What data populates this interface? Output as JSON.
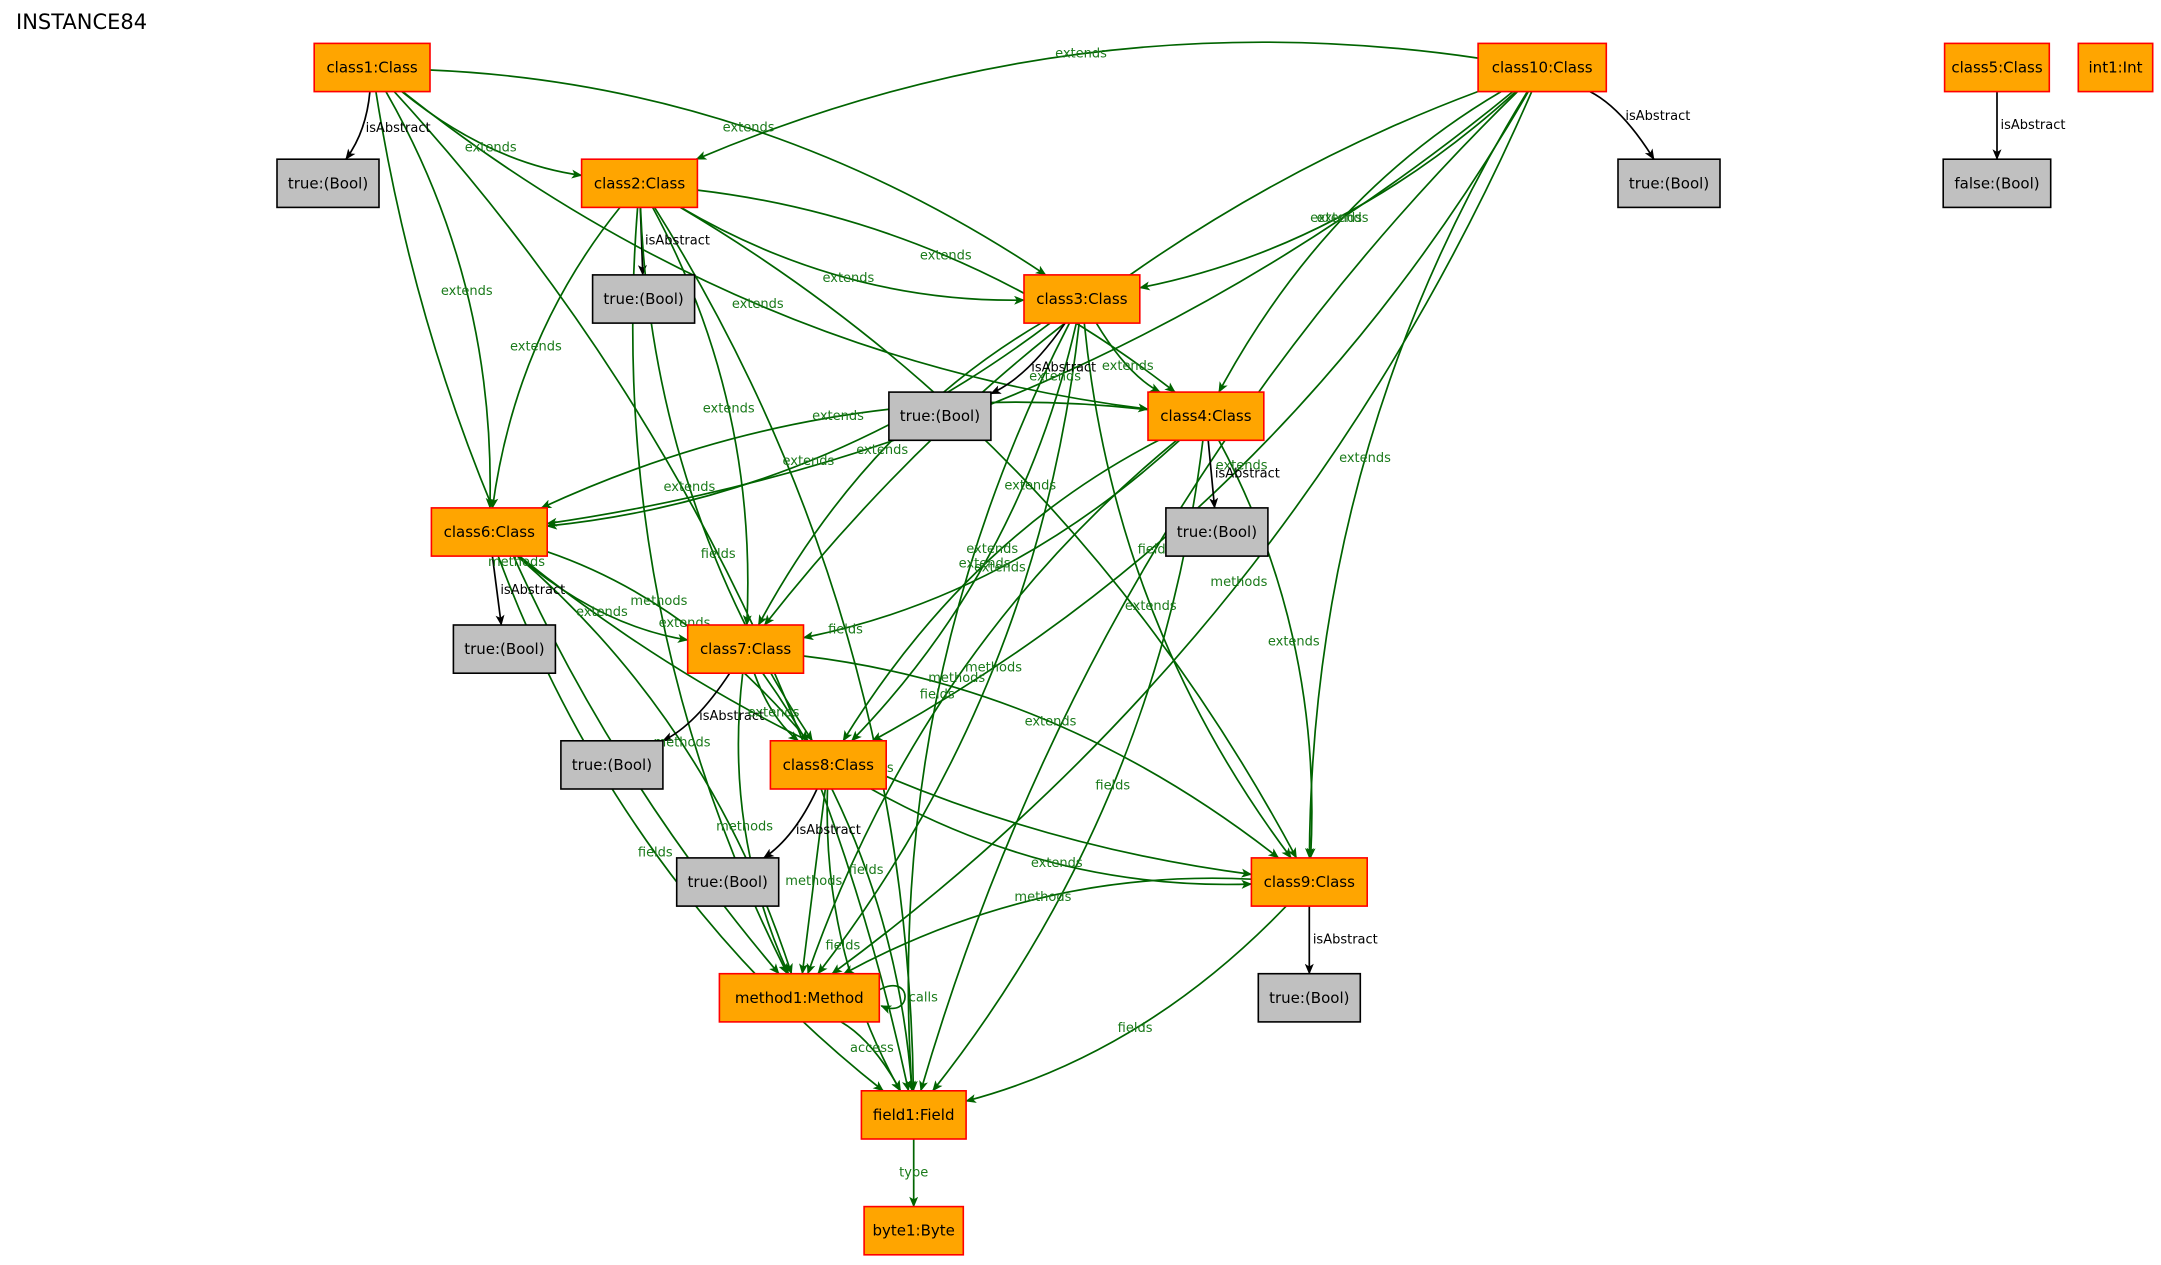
{
  "title": "INSTANCE84",
  "colors": {
    "object_fill": "#ffa500",
    "object_border": "#ff0000",
    "value_fill": "#c0c0c0",
    "value_border": "#000000",
    "edge_green": "#006400",
    "edge_black": "#000000"
  },
  "nodes": [
    {
      "id": "class1",
      "label": "class1:Class",
      "kind": "obj"
    },
    {
      "id": "class10",
      "label": "class10:Class",
      "kind": "obj"
    },
    {
      "id": "class5",
      "label": "class5:Class",
      "kind": "obj"
    },
    {
      "id": "int1",
      "label": "int1:Int",
      "kind": "obj"
    },
    {
      "id": "b_c1",
      "label": "true:(Bool)",
      "kind": "val"
    },
    {
      "id": "class2",
      "label": "class2:Class",
      "kind": "obj"
    },
    {
      "id": "b_c10",
      "label": "true:(Bool)",
      "kind": "val"
    },
    {
      "id": "b_c5",
      "label": "false:(Bool)",
      "kind": "val"
    },
    {
      "id": "b_c2",
      "label": "true:(Bool)",
      "kind": "val"
    },
    {
      "id": "class3",
      "label": "class3:Class",
      "kind": "obj"
    },
    {
      "id": "b_c3",
      "label": "true:(Bool)",
      "kind": "val"
    },
    {
      "id": "class4",
      "label": "class4:Class",
      "kind": "obj"
    },
    {
      "id": "b_c4",
      "label": "true:(Bool)",
      "kind": "val"
    },
    {
      "id": "class6",
      "label": "class6:Class",
      "kind": "obj"
    },
    {
      "id": "b_c6",
      "label": "true:(Bool)",
      "kind": "val"
    },
    {
      "id": "class7",
      "label": "class7:Class",
      "kind": "obj"
    },
    {
      "id": "b_c7",
      "label": "true:(Bool)",
      "kind": "val"
    },
    {
      "id": "class8",
      "label": "class8:Class",
      "kind": "obj"
    },
    {
      "id": "b_c8",
      "label": "true:(Bool)",
      "kind": "val"
    },
    {
      "id": "class9",
      "label": "class9:Class",
      "kind": "obj"
    },
    {
      "id": "b_c9",
      "label": "true:(Bool)",
      "kind": "val"
    },
    {
      "id": "method1",
      "label": "method1:Method",
      "kind": "obj"
    },
    {
      "id": "field1",
      "label": "field1:Field",
      "kind": "obj"
    },
    {
      "id": "byte1",
      "label": "byte1:Byte",
      "kind": "obj"
    }
  ],
  "edges": [
    {
      "from": "class1",
      "to": "b_c1",
      "label": "isAbstract",
      "color": "black"
    },
    {
      "from": "class1",
      "to": "class2",
      "label": "extends",
      "color": "green"
    },
    {
      "from": "class1",
      "to": "class3",
      "label": "extends",
      "color": "green"
    },
    {
      "from": "class1",
      "to": "class4",
      "label": "extends",
      "color": "green"
    },
    {
      "from": "class1",
      "to": "class6",
      "label": "extends",
      "color": "green"
    },
    {
      "from": "class1",
      "to": "method1",
      "label": "methods",
      "color": "green"
    },
    {
      "from": "class1",
      "to": "field1",
      "label": "fields",
      "color": "green"
    },
    {
      "from": "class10",
      "to": "b_c10",
      "label": "isAbstract",
      "color": "black"
    },
    {
      "from": "class10",
      "to": "class2",
      "label": "extends",
      "color": "green"
    },
    {
      "from": "class10",
      "to": "class3",
      "label": "extends",
      "color": "green"
    },
    {
      "from": "class10",
      "to": "class4",
      "label": "extends",
      "color": "green"
    },
    {
      "from": "class10",
      "to": "class6",
      "label": "extends",
      "color": "green"
    },
    {
      "from": "class10",
      "to": "class7",
      "label": "extends",
      "color": "green"
    },
    {
      "from": "class10",
      "to": "class8",
      "label": "extends",
      "color": "green"
    },
    {
      "from": "class10",
      "to": "class9",
      "label": "extends",
      "color": "green"
    },
    {
      "from": "class10",
      "to": "method1",
      "label": "methods",
      "color": "green"
    },
    {
      "from": "class10",
      "to": "field1",
      "label": "fields",
      "color": "green"
    },
    {
      "from": "class5",
      "to": "b_c5",
      "label": "isAbstract",
      "color": "black"
    },
    {
      "from": "class2",
      "to": "b_c2",
      "label": "isAbstract",
      "color": "black"
    },
    {
      "from": "class2",
      "to": "class3",
      "label": "extends",
      "color": "green"
    },
    {
      "from": "class2",
      "to": "class4",
      "label": "extends",
      "color": "green"
    },
    {
      "from": "class2",
      "to": "class6",
      "label": "extends",
      "color": "green"
    },
    {
      "from": "class2",
      "to": "class7",
      "label": "extends",
      "color": "green"
    },
    {
      "from": "class2",
      "to": "class8",
      "label": "extends",
      "color": "green"
    },
    {
      "from": "class2",
      "to": "class9",
      "label": "extends",
      "color": "green"
    },
    {
      "from": "class2",
      "to": "method1",
      "label": "methods",
      "color": "green"
    },
    {
      "from": "class2",
      "to": "field1",
      "label": "fields",
      "color": "green"
    },
    {
      "from": "class3",
      "to": "b_c3",
      "label": "isAbstract",
      "color": "black"
    },
    {
      "from": "class3",
      "to": "class4",
      "label": "extends",
      "color": "green"
    },
    {
      "from": "class3",
      "to": "class6",
      "label": "extends",
      "color": "green"
    },
    {
      "from": "class3",
      "to": "class7",
      "label": "extends",
      "color": "green"
    },
    {
      "from": "class3",
      "to": "class8",
      "label": "extends",
      "color": "green"
    },
    {
      "from": "class3",
      "to": "class9",
      "label": "extends",
      "color": "green"
    },
    {
      "from": "class3",
      "to": "method1",
      "label": "methods",
      "color": "green"
    },
    {
      "from": "class3",
      "to": "field1",
      "label": "fields",
      "color": "green"
    },
    {
      "from": "class4",
      "to": "b_c4",
      "label": "isAbstract",
      "color": "black"
    },
    {
      "from": "class4",
      "to": "class6",
      "label": "extends",
      "color": "green"
    },
    {
      "from": "class4",
      "to": "class7",
      "label": "extends",
      "color": "green"
    },
    {
      "from": "class4",
      "to": "class8",
      "label": "extends",
      "color": "green"
    },
    {
      "from": "class4",
      "to": "class9",
      "label": "extends",
      "color": "green"
    },
    {
      "from": "class4",
      "to": "method1",
      "label": "methods",
      "color": "green"
    },
    {
      "from": "class4",
      "to": "field1",
      "label": "fields",
      "color": "green"
    },
    {
      "from": "class6",
      "to": "b_c6",
      "label": "isAbstract",
      "color": "black"
    },
    {
      "from": "class6",
      "to": "class7",
      "label": "extends",
      "color": "green"
    },
    {
      "from": "class6",
      "to": "class8",
      "label": "extends",
      "color": "green"
    },
    {
      "from": "class6",
      "to": "class9",
      "label": "extends",
      "color": "green"
    },
    {
      "from": "class6",
      "to": "method1",
      "label": "methods",
      "color": "green"
    },
    {
      "from": "class6",
      "to": "field1",
      "label": "fields",
      "color": "green"
    },
    {
      "from": "class7",
      "to": "b_c7",
      "label": "isAbstract",
      "color": "black"
    },
    {
      "from": "class7",
      "to": "class8",
      "label": "extends",
      "color": "green"
    },
    {
      "from": "class7",
      "to": "class9",
      "label": "extends",
      "color": "green"
    },
    {
      "from": "class7",
      "to": "method1",
      "label": "methods",
      "color": "green"
    },
    {
      "from": "class7",
      "to": "field1",
      "label": "fields",
      "color": "green"
    },
    {
      "from": "class8",
      "to": "b_c8",
      "label": "isAbstract",
      "color": "black"
    },
    {
      "from": "class8",
      "to": "class9",
      "label": "extends",
      "color": "green"
    },
    {
      "from": "class8",
      "to": "method1",
      "label": "methods",
      "color": "green"
    },
    {
      "from": "class8",
      "to": "field1",
      "label": "fields",
      "color": "green"
    },
    {
      "from": "class9",
      "to": "b_c9",
      "label": "isAbstract",
      "color": "black"
    },
    {
      "from": "class9",
      "to": "method1",
      "label": "methods",
      "color": "green"
    },
    {
      "from": "class9",
      "to": "field1",
      "label": "fields",
      "color": "green"
    },
    {
      "from": "method1",
      "to": "method1",
      "label": "calls",
      "color": "green"
    },
    {
      "from": "method1",
      "to": "field1",
      "label": "access",
      "color": "green"
    },
    {
      "from": "field1",
      "to": "byte1",
      "label": "type",
      "color": "green"
    }
  ]
}
